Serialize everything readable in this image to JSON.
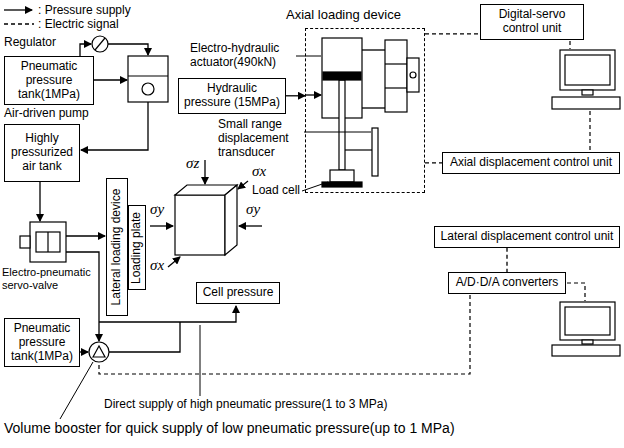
{
  "diagram": {
    "nodes": [
      {
        "text": [
          "Axial loading device"
        ]
      },
      {
        "text": [
          "Digital-servo control unit"
        ]
      },
      {
        "text": [
          "Pneumatic pressure tank(1MPa)"
        ]
      },
      {
        "text": [
          "Hydraulic pressure (15MPa)"
        ]
      },
      {
        "text": [
          "Highly pressurized air tank"
        ]
      },
      {
        "text": [
          "Axial displacement control unit"
        ]
      },
      {
        "text": [
          "Lateral loading device"
        ]
      },
      {
        "text": [
          "Loading plate"
        ]
      },
      {
        "text": [
          "Lateral displacement control unit"
        ]
      },
      {
        "text": [
          "A/D·D/A converters"
        ]
      },
      {
        "text": [
          "Cell pressure"
        ]
      },
      {
        "text": [
          "Pneumatic pressure tank(1MPa)"
        ]
      }
    ],
    "edges": [
      {
        "from": 3,
        "to": 0,
        "arrow": "to"
      },
      {
        "from": 0,
        "to": 1,
        "arrow": "none"
      },
      {
        "from": 0,
        "to": 5,
        "arrow": "none"
      },
      {
        "from": 8,
        "to": 9,
        "arrow": "none"
      }
    ],
    "labels": [
      "Regulator",
      "Electro-hydraulic actuator(490kN)",
      "Air-driven pump",
      "Small range displacement transducer",
      "Load cell",
      "σz",
      "σx",
      "σy",
      "σy",
      "σx",
      "Electro-pneumatic servo-valve",
      "Direct supply of high pneumatic pressure(1 to 3 MPa)",
      "Volume booster for quick supply of low pneumatic pressure(up to 1 MPa)"
    ],
    "legend": [
      {
        "text": ": Pressure supply"
      },
      {
        "text": ": Electric signal"
      }
    ]
  }
}
